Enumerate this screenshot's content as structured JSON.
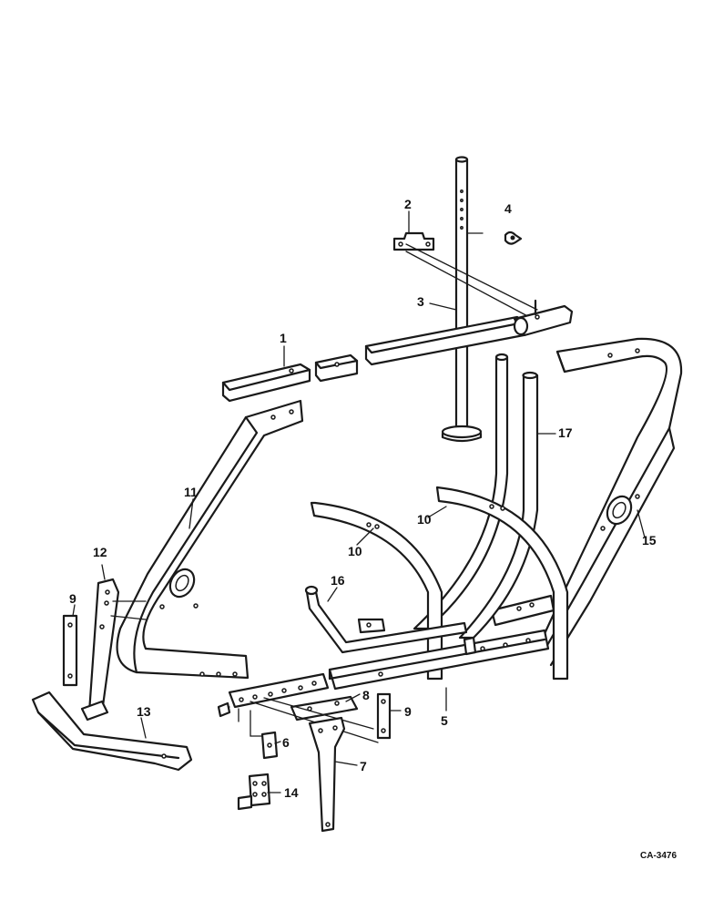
{
  "diagram": {
    "drawing_code": "CA-3476",
    "callouts": [
      {
        "id": "c1",
        "text": "1"
      },
      {
        "id": "c2",
        "text": "2"
      },
      {
        "id": "c3",
        "text": "3"
      },
      {
        "id": "c4",
        "text": "4"
      },
      {
        "id": "c5",
        "text": "5"
      },
      {
        "id": "c6",
        "text": "6"
      },
      {
        "id": "c7",
        "text": "7"
      },
      {
        "id": "c8",
        "text": "8"
      },
      {
        "id": "c9a",
        "text": "9"
      },
      {
        "id": "c9b",
        "text": "9"
      },
      {
        "id": "c10a",
        "text": "10"
      },
      {
        "id": "c10b",
        "text": "10"
      },
      {
        "id": "c11",
        "text": "11"
      },
      {
        "id": "c12",
        "text": "12"
      },
      {
        "id": "c13",
        "text": "13"
      },
      {
        "id": "c14",
        "text": "14"
      },
      {
        "id": "c15",
        "text": "15"
      },
      {
        "id": "c16",
        "text": "16"
      },
      {
        "id": "c17",
        "text": "17"
      }
    ]
  }
}
